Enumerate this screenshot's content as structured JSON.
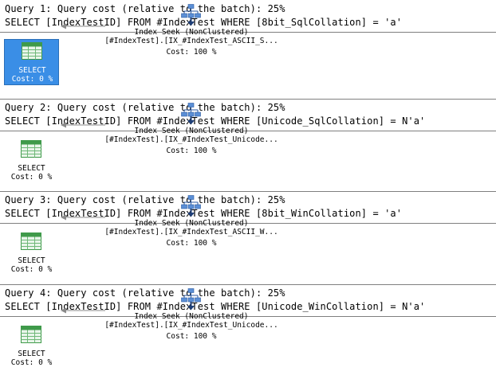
{
  "queries": [
    {
      "header": "Query 1: Query cost (relative to the batch): 25%",
      "sql": "SELECT [IndexTestID] FROM #IndexTest WHERE [8bit_SqlCollation] = 'a'",
      "select_label": "SELECT",
      "select_cost": "Cost: 0 %",
      "seek_title": "Index Seek (NonClustered)",
      "seek_object": "[#IndexTest].[IX_#IndexTest_ASCII_S...",
      "seek_cost": "Cost: 100 %",
      "selected": true
    },
    {
      "header": "Query 2: Query cost (relative to the batch): 25%",
      "sql": "SELECT [IndexTestID] FROM #IndexTest WHERE [Unicode_SqlCollation] = N'a'",
      "select_label": "SELECT",
      "select_cost": "Cost: 0 %",
      "seek_title": "Index Seek (NonClustered)",
      "seek_object": "[#IndexTest].[IX_#IndexTest_Unicode...",
      "seek_cost": "Cost: 100 %",
      "selected": false
    },
    {
      "header": "Query 3: Query cost (relative to the batch): 25%",
      "sql": "SELECT [IndexTestID] FROM #IndexTest WHERE [8bit_WinCollation] = 'a'",
      "select_label": "SELECT",
      "select_cost": "Cost: 0 %",
      "seek_title": "Index Seek (NonClustered)",
      "seek_object": "[#IndexTest].[IX_#IndexTest_ASCII_W...",
      "seek_cost": "Cost: 100 %",
      "selected": false
    },
    {
      "header": "Query 4: Query cost (relative to the batch): 25%",
      "sql": "SELECT [IndexTestID] FROM #IndexTest WHERE [Unicode_WinCollation] = N'a'",
      "select_label": "SELECT",
      "select_cost": "Cost: 0 %",
      "seek_title": "Index Seek (NonClustered)",
      "seek_object": "[#IndexTest].[IX_#IndexTest_Unicode...",
      "seek_cost": "Cost: 100 %",
      "selected": false
    }
  ],
  "colors": {
    "selected_bg": "#3a8ee6",
    "separator": "#7f7f7f",
    "icon_green": "#3f9a4a"
  },
  "icons": {
    "select_node": "table-grid-icon",
    "seek_node": "index-seek-icon",
    "flow": "arrow-left-icon"
  }
}
